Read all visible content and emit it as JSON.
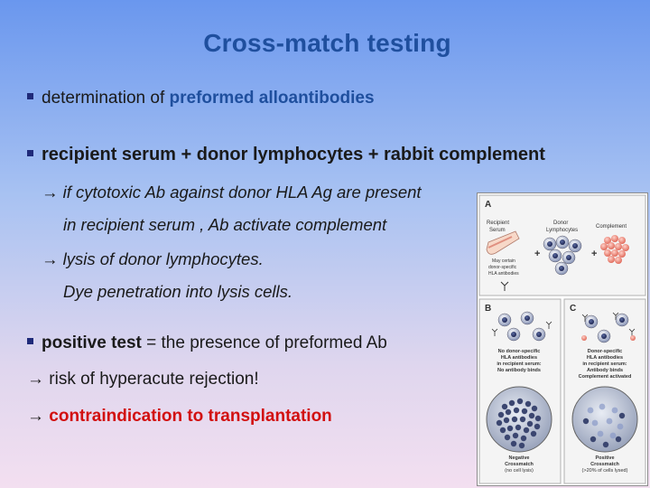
{
  "slide": {
    "title": "Cross-match testing",
    "bullet1": {
      "prefix": "determination of ",
      "highlight": "preformed alloantibodies"
    },
    "bullet2": {
      "text": "recipient serum + donor lymphocytes + rabbit complement"
    },
    "arrow_lines": [
      "→ if cytotoxic Ab against donor HLA Ag are present",
      "in recipient serum , Ab activate complement",
      "→ lysis of donor  lymphocytes.",
      "Dye penetration into lysis cells."
    ],
    "bullet3": {
      "bold": "positive test",
      "rest": " = the presence of preformed Ab"
    },
    "risk_line": "→ risk of hyperacute rejection!",
    "contra": {
      "arrow": "→ ",
      "text": "contraindication to transplantation"
    }
  },
  "figure": {
    "panel_a": {
      "letter": "A",
      "recipient_serum": [
        "Recipient",
        "Serum"
      ],
      "donor_lymphocytes": [
        "Donor",
        "Lymphocytes"
      ],
      "complement": "Complement",
      "antibody_note": [
        "May certain",
        "donor-specific",
        "HLA antibodies"
      ],
      "plus": "+"
    },
    "panel_b": {
      "letter": "B",
      "note": [
        "No donor-specific",
        "HLA antibodies",
        "in recipient serum:",
        "No antibody binds"
      ],
      "result": [
        "Negative",
        "Crossmatch",
        "(no cell lysis)"
      ]
    },
    "panel_c": {
      "letter": "C",
      "note": [
        "Donor-specific",
        "HLA antibodies",
        "in recipient serum:",
        "Antibody binds",
        "Complement activated"
      ],
      "result": [
        "Positive",
        "Crossmatch",
        "(>20% of cells lysed)"
      ]
    }
  }
}
